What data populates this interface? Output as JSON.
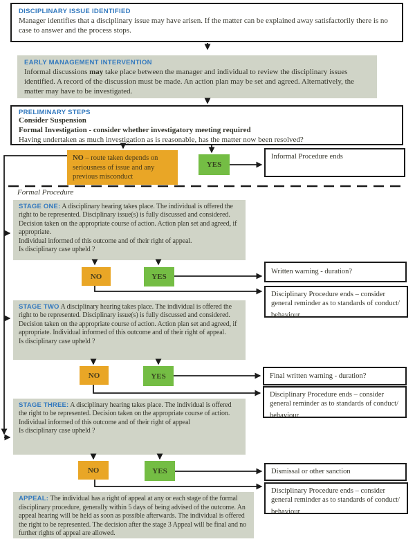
{
  "colors": {
    "blue": "#3379be",
    "orange": "#e9a626",
    "green": "#74bd44",
    "gray_box": "#d0d4c7",
    "line": "#1b1b1b",
    "ink": "#35352b"
  },
  "issue": {
    "heading": "DISCIPLINARY ISSUE IDENTIFIED",
    "body": "Manager identifies that a disciplinary issue may have arisen. If the matter can be explained away satisfactorily there is no case to answer and the process stops."
  },
  "early": {
    "heading": "EARLY MANAGEMENT INTERVENTION",
    "body_pre": "Informal discussions",
    "body_bold": "may",
    "body_post": "take place between the manager and individual to review the disciplinary issues identified. A record of the discussion must be made. An action plan may be set and agreed. Alternatively, the matter may have to be investigated."
  },
  "preliminary": {
    "heading": "PRELIMINARY STEPS",
    "bold1": "Consider Suspension",
    "bold2": "Formal Investigation - consider whether investigatory meeting required",
    "line3": "Having undertaken as much investigation as is reasonable, has the matter now been resolved?"
  },
  "decision1": {
    "no_label": "NO",
    "no_rest": "– route taken depends on seriousness of issue and any previous misconduct",
    "yes_label": "YES"
  },
  "outcomes": {
    "informal_end": "Informal Procedure ends",
    "written_warning": "Written warning - duration?",
    "final_written_warning": "Final written warning - duration?",
    "dismissal": "Dismissal or other sanction",
    "proc_ends": {
      "l1": "Disciplinary Procedure ends – consider",
      "l2": "general reminder as to standards of conduct/",
      "l3": "behaviour"
    }
  },
  "section_label": "Formal Procedure",
  "stage1": {
    "heading": "STAGE ONE:",
    "body": "A disciplinary hearing takes place. The individual is offered the right to be represented. Disciplinary issue(s) is fully discussed and considered. Decision taken on the appropriate course of action. Action plan set and agreed, if appropriate.",
    "line2": "Individual informed of this outcome and of their right of appeal.",
    "question": "Is disciplinary case upheld ?",
    "no": "NO",
    "yes": "YES"
  },
  "stage2": {
    "heading": "STAGE TWO",
    "body": "A disciplinary hearing takes place. The individual is offered the right to be represented. Disciplinary issue(s) is fully discussed and considered. Decision taken on the appropriate course of action. Action plan set and agreed, if appropriate. Individual informed of this outcome and of their right of appeal.",
    "question": "Is disciplinary case upheld ?",
    "no": "NO",
    "yes": "YES"
  },
  "stage3": {
    "heading": "STAGE THREE:",
    "body": "A disciplinary hearing takes place. The individual is offered the right to be represented.  Decision taken on the appropriate course of action. Individual informed of this outcome and of their right of appeal",
    "question": "Is disciplinary case upheld ?",
    "no": "NO",
    "yes": "YES"
  },
  "appeal": {
    "heading": "APPEAL:",
    "body": "The individual has a right of appeal at any or each stage of the formal disciplinary procedure, generally within 5 days of being advised of the outcome. An appeal hearing will be held as soon as possible afterwards. The individual is offered the right to be represented. The decision after the stage 3 Appeal will be final and no further rights of appeal are allowed."
  }
}
